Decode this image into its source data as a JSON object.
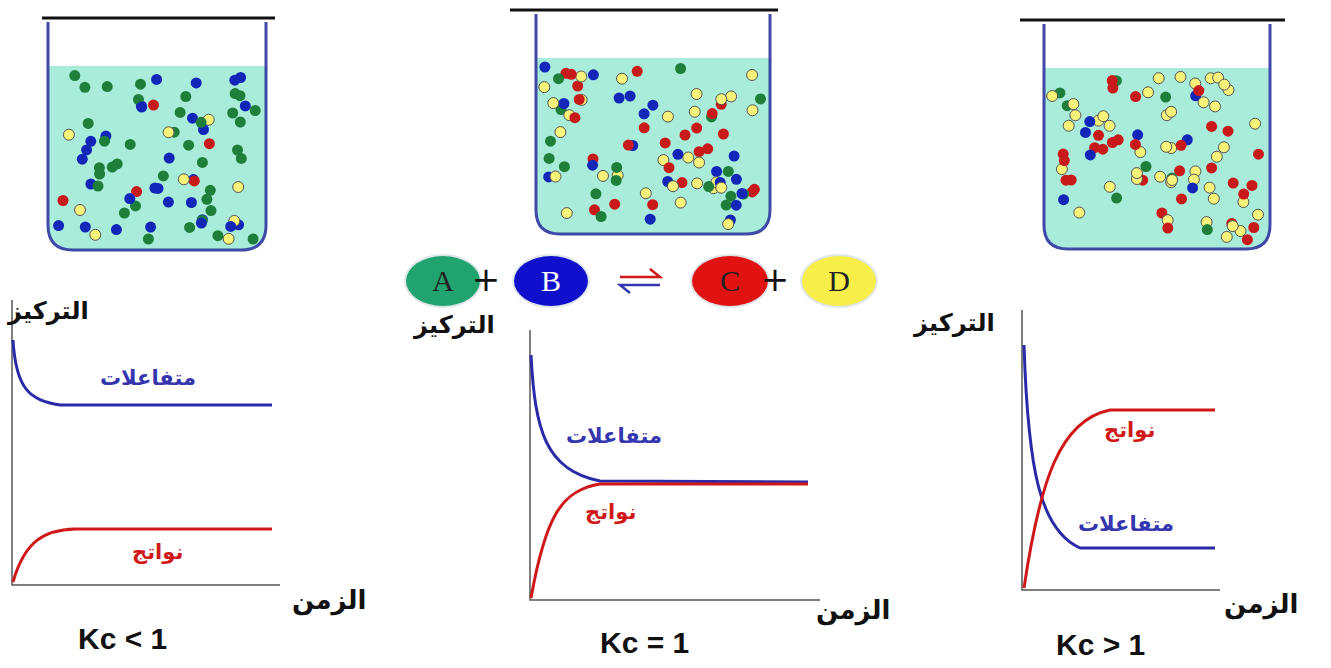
{
  "diagram": {
    "nodes": [
      {
        "text": [
          "A"
        ]
      },
      {
        "text": [
          "B"
        ]
      },
      {
        "text": [
          "C"
        ]
      },
      {
        "text": [
          "D"
        ]
      }
    ],
    "edges": [
      {
        "from": 1,
        "to": 2,
        "arrow": "both"
      }
    ],
    "labels": [
      "+",
      "+",
      "التركيز",
      "متفاعلات",
      "نواتج",
      "الزمن",
      "Kc < 1",
      "التركيز",
      "متفاعلات",
      "نواتج",
      "الزمن",
      "Kc = 1",
      "التركيز",
      "نواتج",
      "متفاعلات",
      "الزمن",
      "Kc > 1"
    ]
  }
}
